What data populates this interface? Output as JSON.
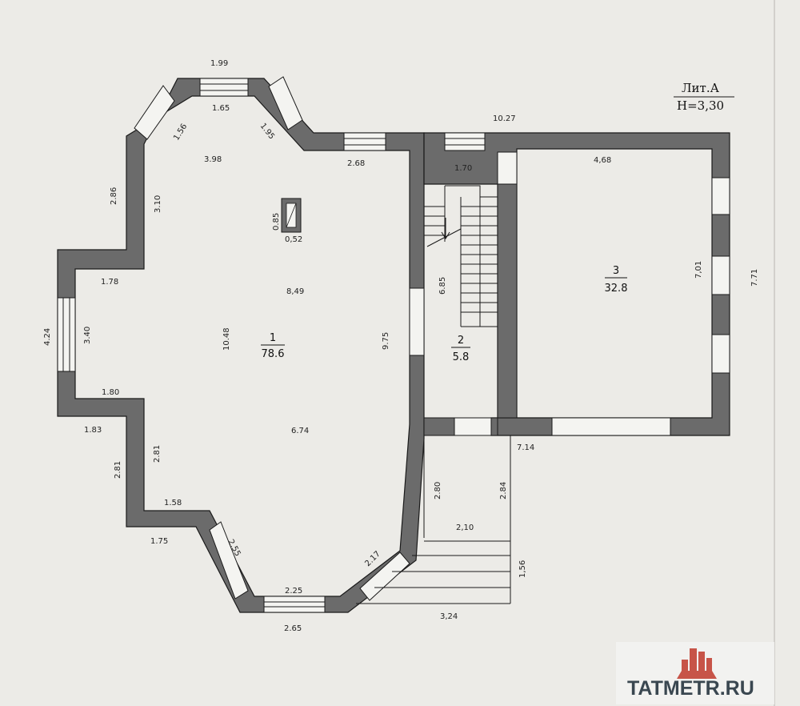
{
  "title": {
    "lit": "Лит.А",
    "height": "H=3,30"
  },
  "rooms": [
    {
      "number": "1",
      "area": "78.6"
    },
    {
      "number": "2",
      "area": "5.8"
    },
    {
      "number": "3",
      "area": "32.8"
    }
  ],
  "dimensions": {
    "d_1_99": "1.99",
    "d_1_65": "1.65",
    "d_1_56": "1.56",
    "d_1_95": "1.95",
    "d_3_98": "3.98",
    "d_2_68": "2.68",
    "d_10_27": "10.27",
    "d_1_70": "1.70",
    "d_4_68": "4,68",
    "d_2_86": "2.86",
    "d_3_10": "3.10",
    "d_0_85": "0.85",
    "d_0_52": "0,52",
    "d_1_78": "1.78",
    "d_8_49": "8,49",
    "d_6_85": "6.85",
    "d_7_01": "7,01",
    "d_7_71": "7.71",
    "d_4_24": "4.24",
    "d_3_40": "3.40",
    "d_10_48": "10.48",
    "d_9_75": "9.75",
    "d_1_80": "1.80",
    "d_1_83": "1.83",
    "d_6_74": "6.74",
    "d_7_14": "7.14",
    "d_2_81a": "2.81",
    "d_2_81b": "2.81",
    "d_2_80": "2.80",
    "d_2_84": "2.84",
    "d_1_58": "1.58",
    "d_2_10": "2,10",
    "d_1_75": "1.75",
    "d_2_55": "2.55",
    "d_2_17": "2.17",
    "d_1_56b": "1,56",
    "d_2_25": "2.25",
    "d_3_24": "3,24",
    "d_2_65": "2.65"
  },
  "watermark": "TATMETR.RU",
  "colors": {
    "wall": "#6b6b6b",
    "paper": "#ecebe7",
    "ink": "#1a1a1a",
    "brand": "#c0392b"
  }
}
